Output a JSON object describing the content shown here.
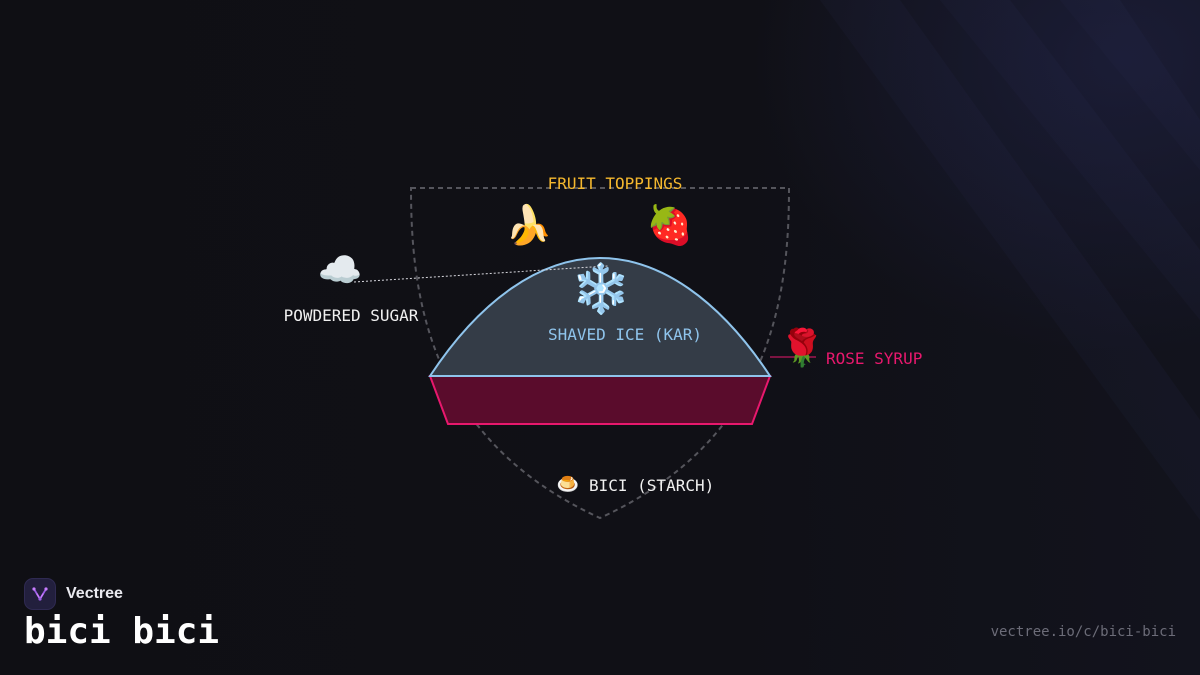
{
  "brand": {
    "name": "Vectree",
    "logo_icon": "vectree-logo-icon"
  },
  "title": "bici bici",
  "footer": {
    "url": "vectree.io/c/bici-bici"
  },
  "colors": {
    "background": "#0f0f14",
    "fruit_label": "#f5b82e",
    "ice_label": "#8fc4ec",
    "ice_fill": "#343c47",
    "ice_stroke": "#8fc4ec",
    "syrup_label": "#e8186d",
    "syrup_fill": "#5a0c2c",
    "syrup_stroke": "#e8186d",
    "white_label": "#f0f0f0",
    "bowl_outline": "#55555c"
  },
  "diagram": {
    "fruit_toppings": {
      "label": "FRUIT TOPPINGS",
      "items": [
        {
          "name": "banana",
          "icon": "banana-icon",
          "glyph": "🍌"
        },
        {
          "name": "strawberry",
          "icon": "strawberry-icon",
          "glyph": "🍓"
        }
      ]
    },
    "powdered_sugar": {
      "label": "POWDERED SUGAR",
      "icon": "cloud-icon",
      "glyph": "☁️"
    },
    "shaved_ice": {
      "label": "SHAVED ICE (KAR)",
      "icon": "snowflake-icon",
      "glyph": "❄️"
    },
    "rose_syrup": {
      "label": "ROSE SYRUP",
      "icon": "rose-icon",
      "glyph": "🌹"
    },
    "bici": {
      "label": "BICI (STARCH)",
      "icon": "pudding-icon",
      "glyph": "🍮"
    }
  }
}
